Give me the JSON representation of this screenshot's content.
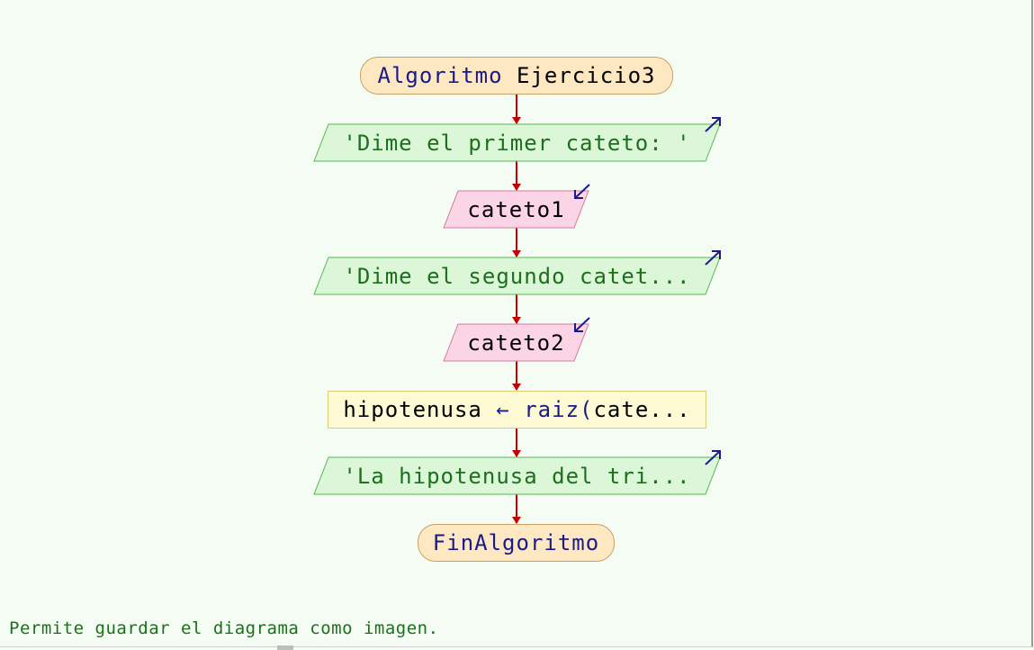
{
  "diagram": {
    "start": {
      "keyword": "Algoritmo",
      "name": "Ejercicio3"
    },
    "steps": [
      {
        "kind": "output",
        "text": "'Dime el primer cateto: '"
      },
      {
        "kind": "input",
        "text": "cateto1"
      },
      {
        "kind": "output",
        "text": "'Dime el segundo catet..."
      },
      {
        "kind": "input",
        "text": "cateto2"
      },
      {
        "kind": "assign",
        "target": "hipotenusa",
        "arrow": "←",
        "func": "raiz(",
        "rest": "cate..."
      },
      {
        "kind": "output",
        "text": "'La hipotenusa del tri..."
      }
    ],
    "end": {
      "keyword": "FinAlgoritmo"
    }
  },
  "status_bar": {
    "text": "Permite guardar el diagrama como imagen."
  },
  "colors": {
    "connector": "#c40000",
    "output_fill": "#dcf7d8",
    "output_stroke": "#57b457",
    "input_fill": "#fbd5e5",
    "input_stroke": "#d27aa0",
    "io_arrow": "#1b1a8a",
    "keyword": "#1b1a8a",
    "string": "#1c6f1c"
  },
  "icons": {
    "output_marker": "arrow-up-right-icon",
    "input_marker": "arrow-down-left-icon"
  }
}
